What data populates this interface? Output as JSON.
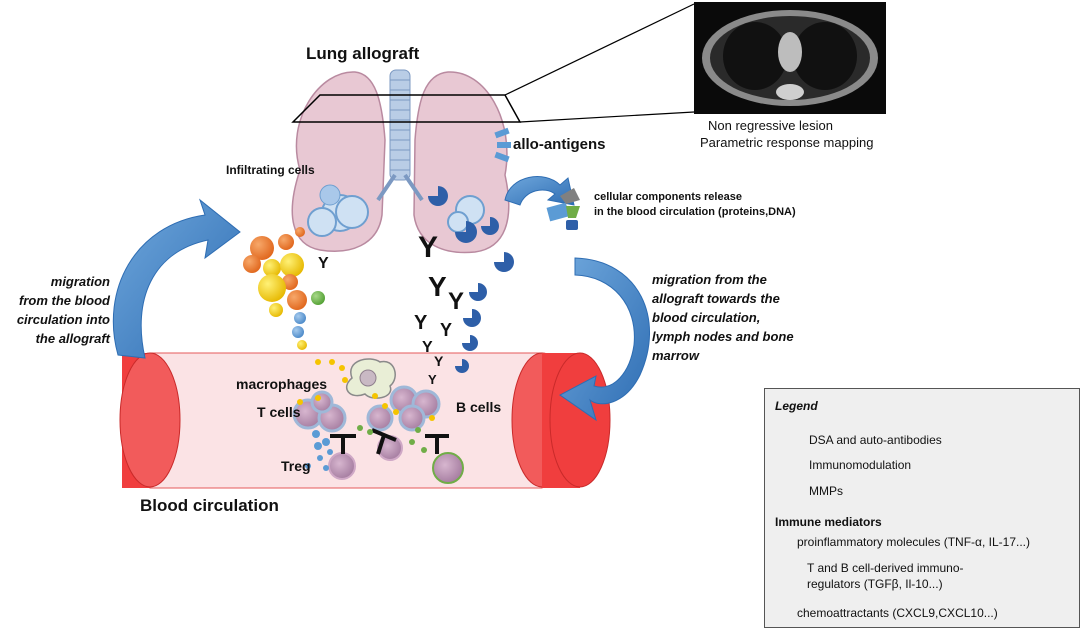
{
  "title": "Lung allograft",
  "ct_caption": {
    "line1": "Non regressive lesion",
    "line2": "Parametric response mapping"
  },
  "labels": {
    "allo_antigens": "allo-antigens",
    "infiltrating_cells": "Infiltrating cells",
    "release_line1": "cellular components release",
    "release_line2": "in the blood circulation (proteins,DNA)",
    "migration_in": [
      "migration",
      "from the blood",
      "circulation into",
      "the allograft"
    ],
    "migration_out": [
      "migration from the",
      "allograft towards the",
      "blood circulation,",
      "lymph nodes and bone",
      "marrow"
    ],
    "macrophages": "macrophages",
    "t_cells": "T cells",
    "b_cells": "B cells",
    "treg": "Treg",
    "blood_circulation": "Blood circulation"
  },
  "legend": {
    "title": "Legend",
    "dsa": "DSA and auto-antibodies",
    "immunomodulation": "Immunomodulation",
    "mmps": "MMPs",
    "immune_mediators": "Immune mediators",
    "proinflammatory": "proinflammatory molecules (TNF-α, IL-17...)",
    "regulators_line1": "T and B cell-derived immuno-",
    "regulators_line2": "regulators (TGFβ, Il-10...)",
    "chemoattractants": "chemoattractants (CXCL9,CXCL10...)"
  },
  "colors": {
    "yellow": "#f5c400",
    "blue_dot": "#5b9bd5",
    "green_dot": "#70ad47",
    "orange_dot": "#ed7d31",
    "mmp_blue": "#2e5fa8",
    "vessel_red": "#f03e3e",
    "vessel_fill": "#fbe3e5",
    "lung_pink": "#e8c8d3",
    "arrow_blue": "#4a8ac9"
  }
}
